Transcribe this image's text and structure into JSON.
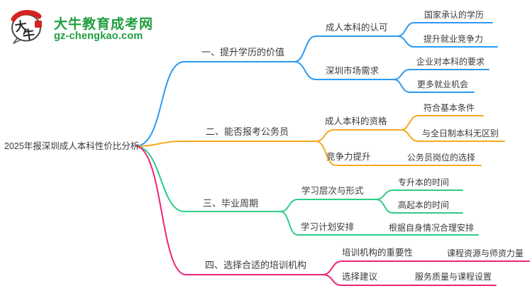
{
  "site": {
    "logo_glyph_1": "大",
    "logo_glyph_2": "牛",
    "name": "大牛教育成考网",
    "domain": "gz-chengkao.com"
  },
  "colors": {
    "branch1": "#2b9af3",
    "branch2": "#f7a821",
    "branch3": "#2ecc87",
    "branch4": "#f0227a",
    "brand_green": "#1f9e3e",
    "brand_red": "#d42421",
    "text": "#3a3a3a"
  },
  "mindmap": {
    "root": "2025年报深圳成人本科性价比分析",
    "branches": [
      {
        "label": "一、提升学历的价值",
        "children": [
          {
            "label": "成人本科的认可",
            "children": [
              {
                "label": "国家承认的学历"
              },
              {
                "label": "提升就业竞争力"
              }
            ]
          },
          {
            "label": "深圳市场需求",
            "children": [
              {
                "label": "企业对本科的要求"
              },
              {
                "label": "更多就业机会"
              }
            ]
          }
        ]
      },
      {
        "label": "二、能否报考公务员",
        "children": [
          {
            "label": "成人本科的资格",
            "children": [
              {
                "label": "符合基本条件"
              },
              {
                "label": "与全日制本科无区别"
              }
            ]
          },
          {
            "label": "竞争力提升",
            "children": [
              {
                "label": "公务员岗位的选择"
              }
            ]
          }
        ]
      },
      {
        "label": "三、毕业周期",
        "children": [
          {
            "label": "学习层次与形式",
            "children": [
              {
                "label": "专升本的时间"
              },
              {
                "label": "高起本的时间"
              }
            ]
          },
          {
            "label": "学习计划安排",
            "children": [
              {
                "label": "根据自身情况合理安排"
              }
            ]
          }
        ]
      },
      {
        "label": "四、选择合适的培训机构",
        "children": [
          {
            "label": "培训机构的重要性",
            "children": [
              {
                "label": "课程资源与师资力量"
              }
            ]
          },
          {
            "label": "选择建议",
            "children": [
              {
                "label": "服务质量与课程设置"
              }
            ]
          }
        ]
      }
    ]
  }
}
